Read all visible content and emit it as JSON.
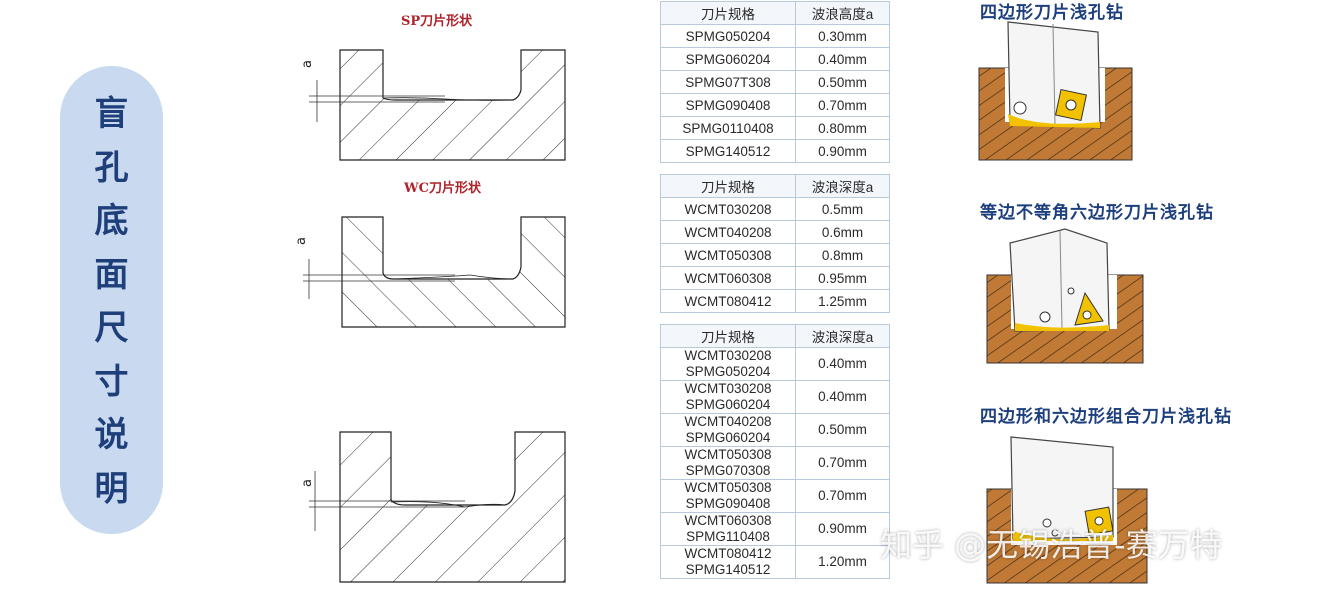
{
  "sidebar": {
    "title_chars": [
      "盲",
      "孔",
      "底",
      "面",
      "尺",
      "寸",
      "说",
      "明"
    ]
  },
  "diagrams": {
    "sp_title": "SP刀片形状",
    "wc_title": "WC刀片形状",
    "dim_label": "a"
  },
  "tables": {
    "sp": {
      "headers": [
        "刀片规格",
        "波浪高度a"
      ],
      "rows": [
        [
          "SPMG050204",
          "0.30mm"
        ],
        [
          "SPMG060204",
          "0.40mm"
        ],
        [
          "SPMG07T308",
          "0.50mm"
        ],
        [
          "SPMG090408",
          "0.70mm"
        ],
        [
          "SPMG0110408",
          "0.80mm"
        ],
        [
          "SPMG140512",
          "0.90mm"
        ]
      ]
    },
    "wc": {
      "headers": [
        "刀片规格",
        "波浪深度a"
      ],
      "rows": [
        [
          "WCMT030208",
          "0.5mm"
        ],
        [
          "WCMT040208",
          "0.6mm"
        ],
        [
          "WCMT050308",
          "0.8mm"
        ],
        [
          "WCMT060308",
          "0.95mm"
        ],
        [
          "WCMT080412",
          "1.25mm"
        ]
      ]
    },
    "combo": {
      "headers": [
        "刀片规格",
        "波浪深度a"
      ],
      "rows": [
        [
          "WCMT030208",
          "SPMG050204",
          "0.40mm"
        ],
        [
          "WCMT030208",
          "SPMG060204",
          "0.40mm"
        ],
        [
          "WCMT040208",
          "SPMG060204",
          "0.50mm"
        ],
        [
          "WCMT050308",
          "SPMG070308",
          "0.70mm"
        ],
        [
          "WCMT050308",
          "SPMG090408",
          "0.70mm"
        ],
        [
          "WCMT060308",
          "SPMG110408",
          "0.90mm"
        ],
        [
          "WCMT080412",
          "SPMG140512",
          "1.20mm"
        ]
      ]
    }
  },
  "illustrations": {
    "t1": "四边形刀片浅孔钻",
    "t2": "等边不等角六边形刀片浅孔钻",
    "t3": "四边形和六边形组合刀片浅孔钻"
  },
  "watermark": "知乎 @无锡浩普-赛万特",
  "colors": {
    "pill": "#c9d9ef",
    "pill_text": "#1f3f7a",
    "title_red": "#b0222a",
    "title_blue": "#1d3f7e",
    "workpiece": "#c07a36",
    "insert": "#f2c200"
  }
}
